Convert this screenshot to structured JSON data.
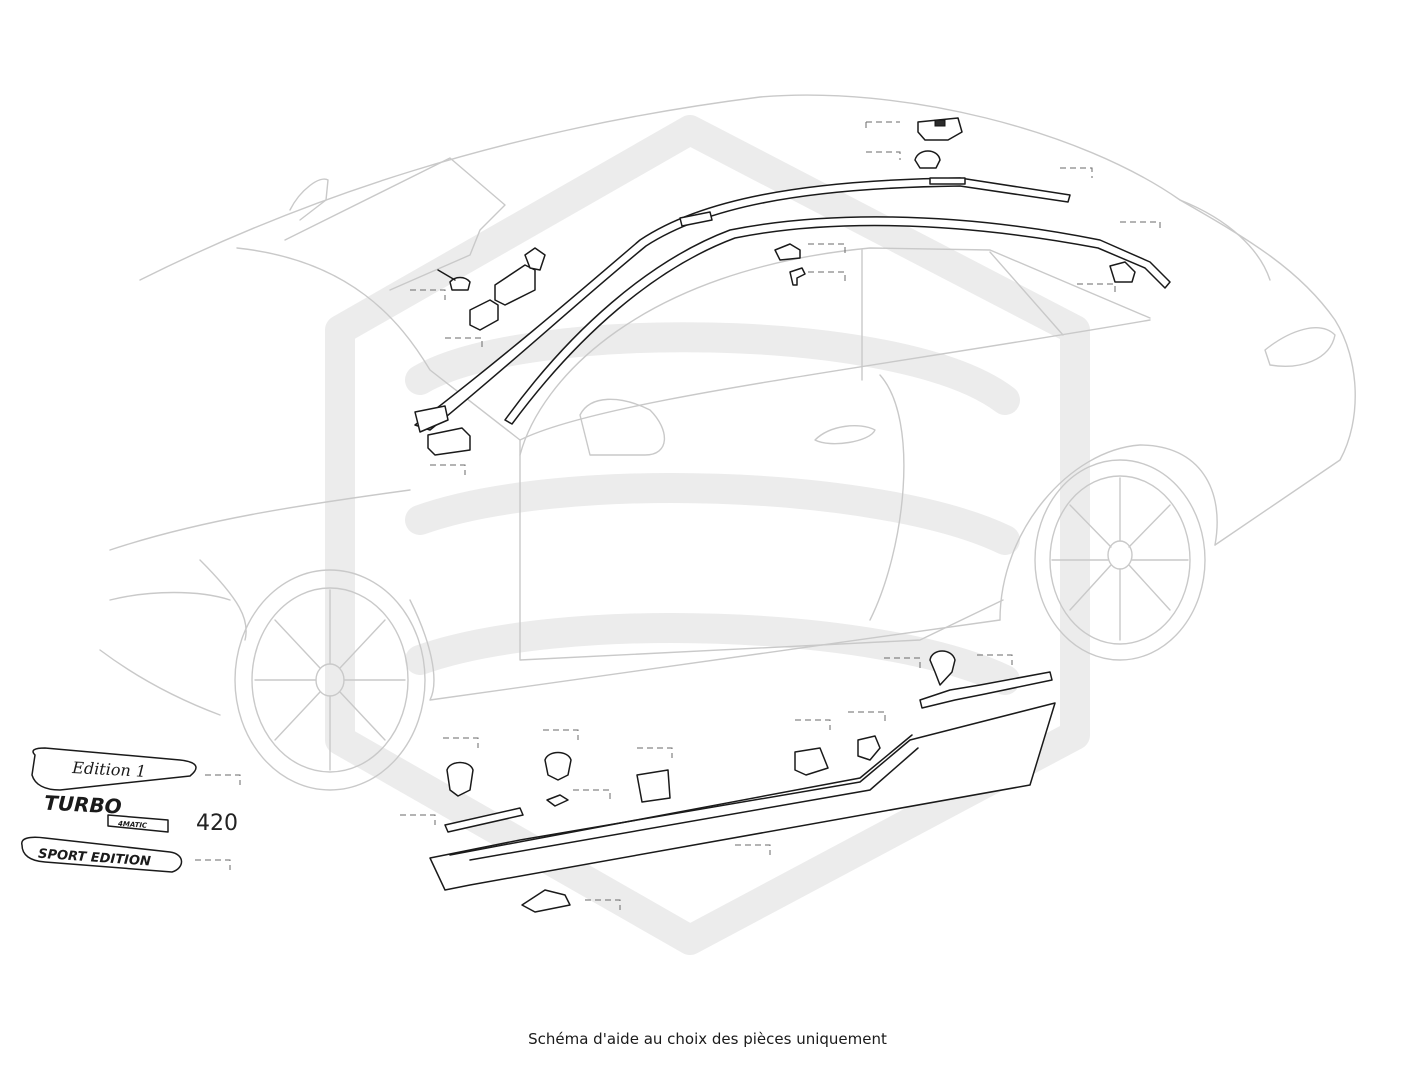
{
  "diagram": {
    "badge_edition": "Edition 1",
    "badge_turbo": "TURBO",
    "badge_turbo_sub": "4MATIC",
    "badge_sport": "SPORT EDITION",
    "model_number": "420"
  },
  "caption": "Schéma d'aide au choix des pièces uniquement"
}
